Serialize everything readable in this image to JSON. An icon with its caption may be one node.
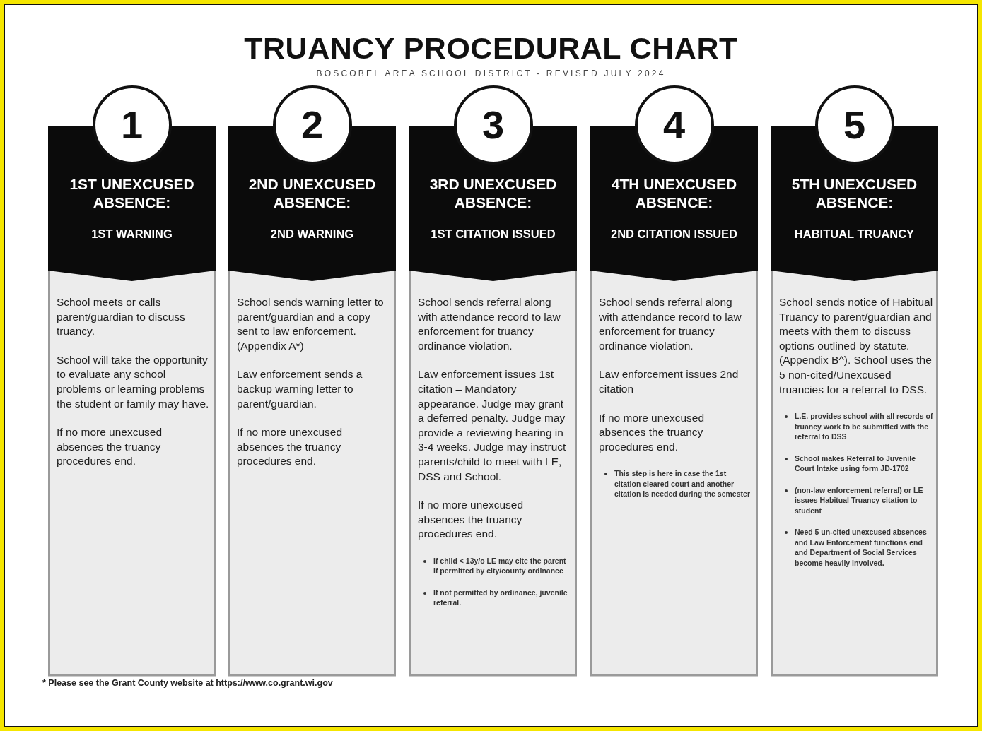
{
  "diagram": {
    "title": "TRUANCY PROCEDURAL CHART",
    "nodes": [
      {
        "text": [
          "1"
        ]
      },
      {
        "text": [
          "1ST UNEXCUSED ABSENCE:",
          "1ST WARNING",
          "School meets or calls parent/guardian to discuss truancy.",
          "School will take the opportunity to evaluate any school problems or learning problems the student or family may have.",
          "If no more unexcused absences the truancy procedures end."
        ]
      },
      {
        "text": [
          "2"
        ]
      },
      {
        "text": [
          "2ND UNEXCUSED ABSENCE:",
          "2ND WARNING",
          "School sends warning letter to parent/guardian and a copy sent to law enforcement. (Appendix A*)",
          "Law enforcement sends a backup warning letter to parent/guardian.",
          "If no more unexcused absences the truancy procedures end."
        ]
      },
      {
        "text": [
          "3"
        ]
      },
      {
        "text": [
          "3RD UNEXCUSED ABSENCE:",
          "1ST CITATION ISSUED",
          "School sends referral along with attendance record to law enforcement for truancy ordinance violation.",
          "Law enforcement issues 1st citation – Mandatory appearance. Judge may grant a deferred penalty. Judge may provide a reviewing hearing in 3-4 weeks. Judge may instruct parents/child to meet with LE, DSS and School.",
          "If no more unexcused absences the truancy procedures end.",
          "If child < 13y/o LE may cite the parent if permitted by city/county ordinance",
          "If not permitted by ordinance, juvenile referral."
        ]
      },
      {
        "text": [
          "4"
        ]
      },
      {
        "text": [
          "4TH UNEXCUSED ABSENCE:",
          "2ND CITATION ISSUED",
          "School sends referral along with attendance record to law enforcement for truancy ordinance violation.",
          "Law enforcement issues 2nd citation",
          "If no more unexcused absences the truancy procedures end.",
          "This step is here in case the 1st citation cleared court and another citation is needed during the semester"
        ]
      },
      {
        "text": [
          "5"
        ]
      },
      {
        "text": [
          "5TH UNEXCUSED ABSENCE:",
          "HABITUAL TRUANCY",
          "School sends notice of Habitual Truancy to parent/guardian and meets with them to discuss options outlined by statute. (Appendix B^). School uses the 5 non-cited/Unexcused truancies for a referral to DSS.",
          "L.E. provides school with all records of truancy work to be submitted with the referral to DSS",
          "School makes Referral to Juvenile Court Intake using form JD-1702",
          "(non-law enforcement referral) or LE issues Habitual Truancy citation to student",
          "Need 5 un-cited unexcused absences and Law Enforcement functions end and Department of Social Services become heavily involved."
        ]
      }
    ],
    "labels": [
      "BOSCOBEL AREA SCHOOL DISTRICT - REVISED JULY 2024",
      "* Please see  the Grant County website at https://www.co.grant.wi.gov"
    ]
  }
}
